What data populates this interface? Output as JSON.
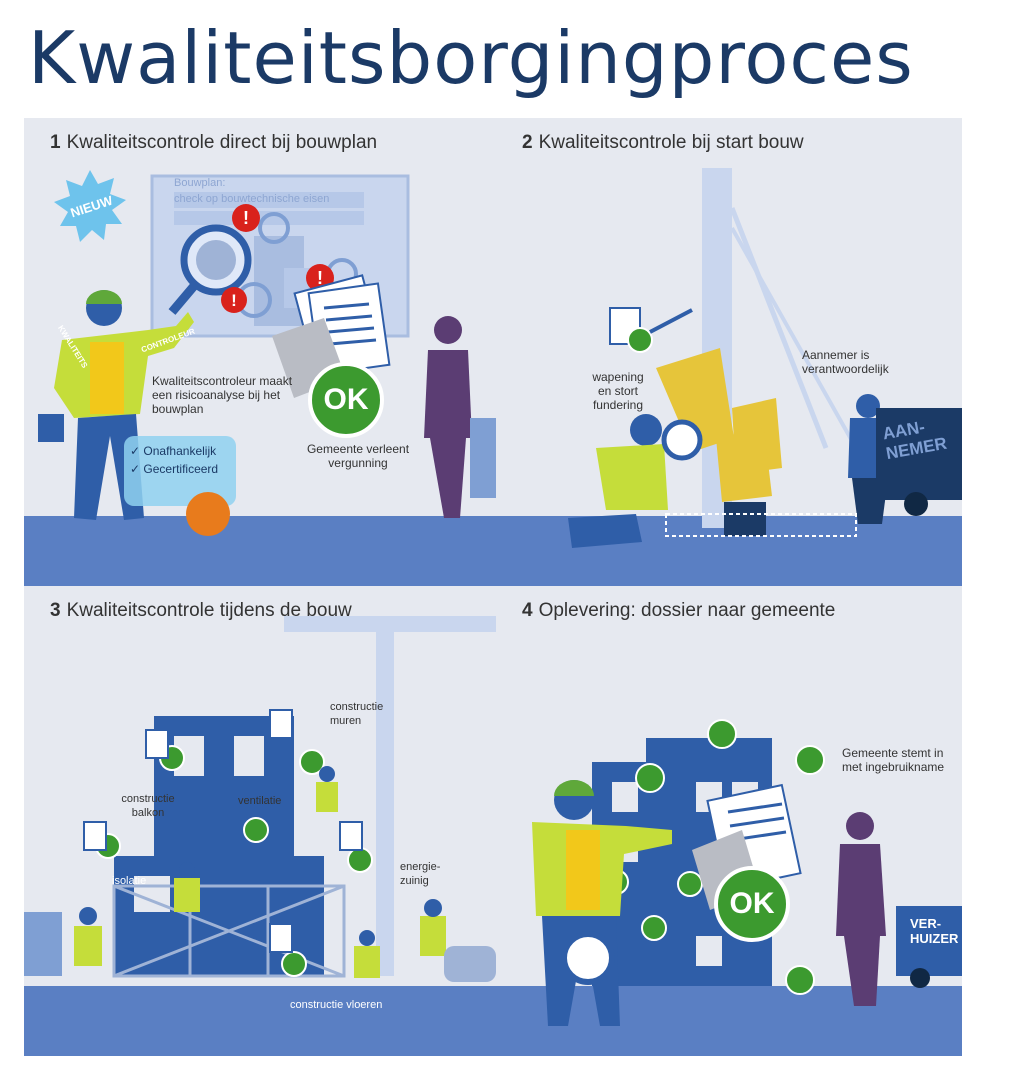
{
  "title": "Kwaliteitsborgingproces",
  "colors": {
    "navy": "#1b3a66",
    "blue": "#2f5ea8",
    "lightblue": "#5a7fc3",
    "bg": "#e6e9f0",
    "green": "#3c9a2f",
    "vest": "#c5dd3a",
    "purple": "#5b3d73",
    "red": "#d9221c",
    "orange": "#e87b1c"
  },
  "panels": [
    {
      "num": "1",
      "title": "Kwaliteitscontrole direct bij bouwplan",
      "labels": {
        "starburst": "NIEUW",
        "plan_line1": "Bouwplan:",
        "plan_line2": "check op bouwtechnische eisen",
        "vest": "KWALITEITS",
        "vest2": "CONTROLEUR",
        "controller": "Kwaliteitscontroleur maakt een risicoanalyse bij het bouwplan",
        "check1": "Onafhankelijk",
        "check2": "Gecertificeerd",
        "ok": "OK",
        "permit": "Gemeente verleent vergunning"
      }
    },
    {
      "num": "2",
      "title": "Kwaliteitscontrole bij start bouw",
      "labels": {
        "wapening": "wapening en stort fundering",
        "aannemer": "Aannemer is verantwoordelijk",
        "van": "AAN-NEMER"
      }
    },
    {
      "num": "3",
      "title": "Kwaliteitscontrole tijdens de bouw",
      "labels": {
        "muren": "constructie muren",
        "balkon": "constructie balkon",
        "ventilatie": "ventilatie",
        "isolatie": "isolatie",
        "energie": "energie-zuinig",
        "vloeren": "constructie vloeren"
      }
    },
    {
      "num": "4",
      "title": "Oplevering: dossier naar gemeente",
      "labels": {
        "gemeente": "Gemeente stemt in met ingebruikname",
        "ok": "OK",
        "van": "VER-HUIZER"
      }
    }
  ]
}
